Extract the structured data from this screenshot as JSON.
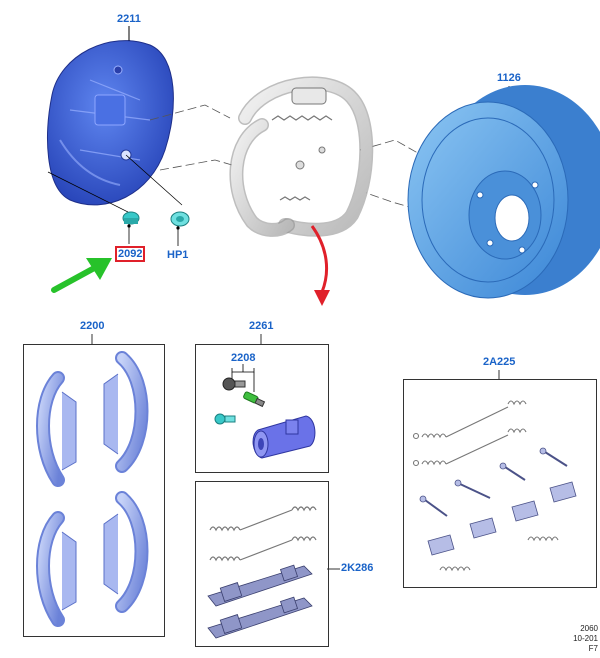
{
  "callouts": {
    "backing_plate": "2211",
    "drum": "1126",
    "plug_highlighted": "2092",
    "plug_hp": "HP1",
    "shoe_set": "2200",
    "wheel_cylinder": "2261",
    "bleeder": "2208",
    "hardware_kit": "2A225",
    "adjuster_kit": "2K286"
  },
  "footer": {
    "line1": "2060",
    "line2": "10-201",
    "line3": "F7"
  },
  "colors": {
    "callout_text": "#1a63c8",
    "highlight_box": "#e0202a",
    "arrow_green": "#27c22a",
    "arrow_red": "#e0202a",
    "part_blue": "#3a63d8",
    "drum_blue": "#5aa3e3",
    "plug_teal": "#38c8c8"
  }
}
